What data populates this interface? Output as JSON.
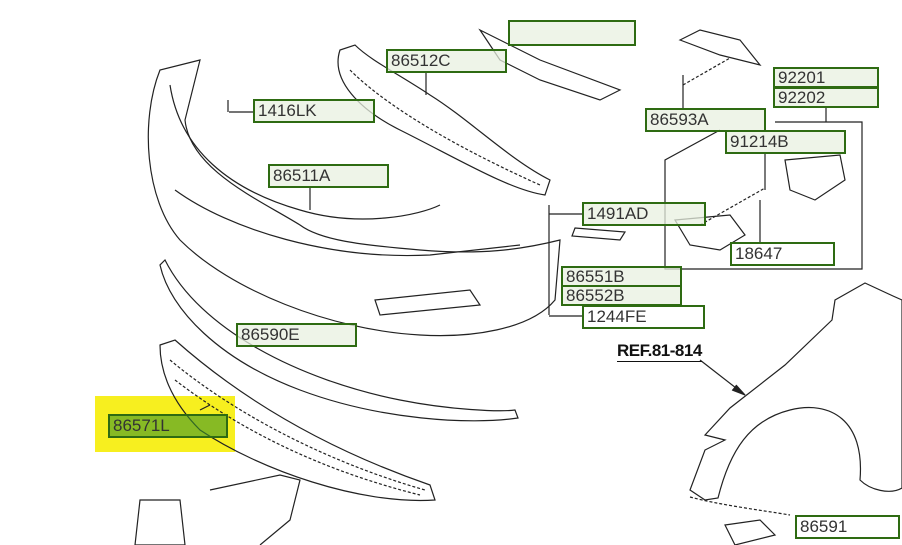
{
  "diagram": {
    "highlight_color": "#f7ef1f",
    "label_border_color": "#2e6b12",
    "parts": [
      {
        "id": "86512C"
      },
      {
        "id": "1416LK"
      },
      {
        "id": "86511A"
      },
      {
        "id": "86590E"
      },
      {
        "id": "86571L",
        "highlighted": true
      },
      {
        "id": "86593A"
      },
      {
        "id": "92201"
      },
      {
        "id": "92202"
      },
      {
        "id": "91214B"
      },
      {
        "id": "1491AD"
      },
      {
        "id": "18647"
      },
      {
        "id": "86551B"
      },
      {
        "id": "86552B"
      },
      {
        "id": "1244FE"
      },
      {
        "id": "86591"
      }
    ],
    "reference": "REF.81-814"
  }
}
